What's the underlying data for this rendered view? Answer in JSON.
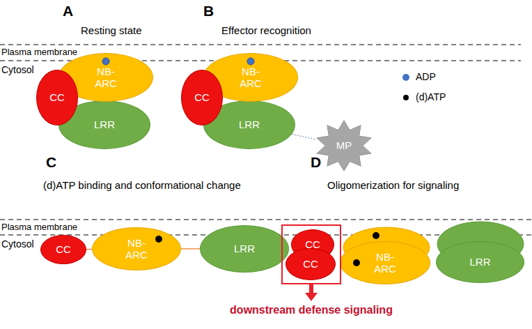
{
  "diagram": {
    "nodes": [
      {
        "text": [
          "CC"
        ]
      },
      {
        "text": [
          "NB-ARC"
        ]
      },
      {
        "text": [
          "LRR"
        ]
      },
      {
        "text": [
          "CC"
        ]
      },
      {
        "text": [
          "NB-ARC"
        ]
      },
      {
        "text": [
          "LRR"
        ]
      },
      {
        "text": [
          "MP"
        ]
      },
      {
        "text": [
          "CC"
        ]
      },
      {
        "text": [
          "NB-ARC"
        ]
      },
      {
        "text": [
          "LRR"
        ]
      },
      {
        "text": [
          "CC"
        ]
      },
      {
        "text": [
          "CC"
        ]
      },
      {
        "text": [
          "NB-ARC"
        ]
      },
      {
        "text": [
          "LRR"
        ]
      }
    ],
    "edges": [
      {
        "from": 5,
        "to": 6,
        "arrow": "none"
      },
      {
        "from": 7,
        "to": 8,
        "arrow": "none"
      },
      {
        "from": 8,
        "to": 9,
        "arrow": "none"
      }
    ],
    "labels": [
      "A",
      "B",
      "C",
      "D",
      "Resting state",
      "Effector recognition",
      "(d)ATP binding and conformational change",
      "Oligomerization for signaling",
      "Plasma membrane",
      "Cytosol",
      "Plasma membrane",
      "Cytosol",
      "downstream defense signaling"
    ],
    "legend": [
      {
        "text": "ADP",
        "color": "#4472C4"
      },
      {
        "text": "(d)ATP",
        "color": "#000000"
      }
    ]
  }
}
